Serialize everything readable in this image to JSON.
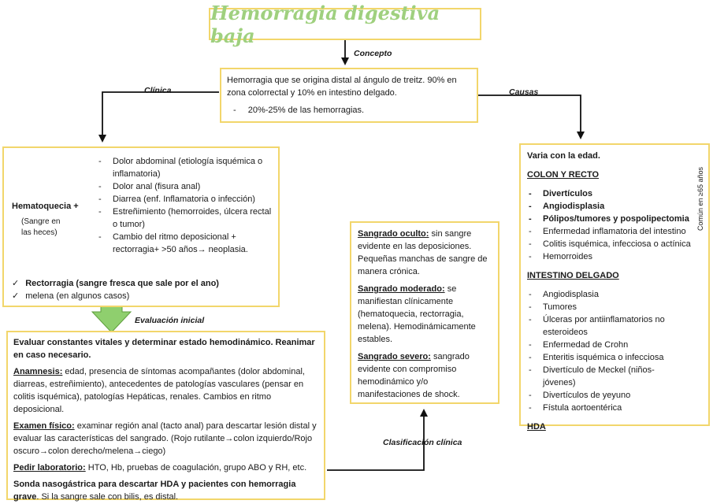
{
  "title": "Hemorragia digestiva baja",
  "labels": {
    "concepto": "Concepto",
    "clinica": "Clínica",
    "causas": "Causas",
    "evaluacion": "Evaluación inicial",
    "clasificacion": "Clasificación clínica"
  },
  "concepto": {
    "text": "Hemorragia que se origina distal al ángulo de treitz. 90% en zona colorrectal y 10% en intestino delgado.",
    "bullet": "20%-25% de las hemorragias."
  },
  "clinica": {
    "main": "Hematoquecia +",
    "sub": "(Sangre en las heces)",
    "items": [
      "Dolor abdominal (etiología isquémica o inflamatoria)",
      "Dolor anal (fisura anal)",
      "Diarrea (enf. Inflamatoria o infección)",
      "Estreñimiento (hemorroides, úlcera rectal o tumor)",
      "Cambio del ritmo deposicional + rectorragia+ >50 años→ neoplasia."
    ],
    "checks": [
      "Rectorragia (sangre fresca que sale por el ano)",
      "melena (en algunos casos)"
    ]
  },
  "causas": {
    "intro": "Varia con la edad.",
    "colon_title": "COLON Y RECTO",
    "colon_items": [
      "Divertículos",
      "Angiodisplasia",
      "Pólipos/tumores y pospolipectomia",
      "Enfermedad inflamatoria del intestino",
      "Colitis isquémica, infecciosa o actínica",
      "Hemorroides"
    ],
    "comun_note": "Común en ≥65 años",
    "intestino_title": "INTESTINO DELGADO",
    "intestino_items": [
      "Angiodisplasia",
      "Tumores",
      "Úlceras por antiinflamatorios no esteroideos",
      "Enfermedad de Crohn",
      "Enteritis isquémica o infecciosa",
      "Divertículo de Meckel (niños-jóvenes)",
      "Divertículos de yeyuno",
      "Fístula aortoentérica"
    ],
    "hda_title": "HDA"
  },
  "clasificacion": {
    "oculto_title": "Sangrado oculto:",
    "oculto_text": "sin sangre evidente en las deposiciones. Pequeñas manchas de sangre de manera crónica.",
    "moderado_title": "Sangrado moderado:",
    "moderado_text": "se manifiestan clínicamente (hematoquecia, rectorragia, melena). Hemodinámicamente estables.",
    "severo_title": "Sangrado severo:",
    "severo_text": "sangrado evidente con compromiso hemodinámico y/o manifestaciones de shock."
  },
  "evaluacion": {
    "p1": "Evaluar constantes vitales y determinar estado hemodinámico. Reanimar en caso necesario.",
    "anamnesis_title": "Anamnesis:",
    "anamnesis_text": "edad, presencia de síntomas acompañantes (dolor abdominal, diarreas, estreñimiento), antecedentes de patologías vasculares (pensar en colitis isquémica), patologías Hepáticas, renales. Cambios en ritmo deposicional.",
    "examen_title": "Examen físico:",
    "examen_text": "examinar región anal (tacto anal) para descartar lesión distal y evaluar las características del sangrado. (Rojo rutilante→colon izquierdo/Rojo oscuro→colon derecho/melena→ciego)",
    "lab_title": "Pedir laboratorio:",
    "lab_text": "HTO, Hb, pruebas de coagulación, grupo ABO y RH, etc.",
    "sonda_title": "Sonda nasogástrica para descartar HDA y pacientes con hemorragia grave",
    "sonda_text": ". Si la sangre sale con bilis, es distal."
  },
  "colors": {
    "border": "#f2d66b",
    "title": "#9fd07e",
    "arrow_fill": "#8fcf6e",
    "arrow_stroke": "#5e9e3c"
  }
}
